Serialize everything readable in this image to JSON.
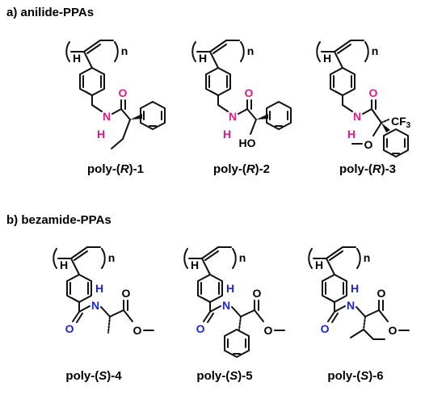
{
  "section_a": {
    "title": "a) anilide-PPAs"
  },
  "section_b": {
    "title": "b) bezamide-PPAs"
  },
  "atoms": {
    "H": "H",
    "N": "N",
    "O": "O",
    "n": "n",
    "HO": "HO",
    "CF": "CF",
    "three": "3"
  },
  "labels": {
    "r1": {
      "pre": "poly-(",
      "conf": "R",
      "post": ")-1"
    },
    "r2": {
      "pre": "poly-(",
      "conf": "R",
      "post": ")-2"
    },
    "r3": {
      "pre": "poly-(",
      "conf": "R",
      "post": ")-3"
    },
    "s4": {
      "pre": "poly-(",
      "conf": "S",
      "post": ")-4"
    },
    "s5": {
      "pre": "poly-(",
      "conf": "S",
      "post": ")-5"
    },
    "s6": {
      "pre": "poly-(",
      "conf": "S",
      "post": ")-6"
    }
  },
  "colors": {
    "bond": "#111111",
    "amide_a": "#e8168a",
    "amide_b": "#1c25d6",
    "text": "#000000"
  }
}
